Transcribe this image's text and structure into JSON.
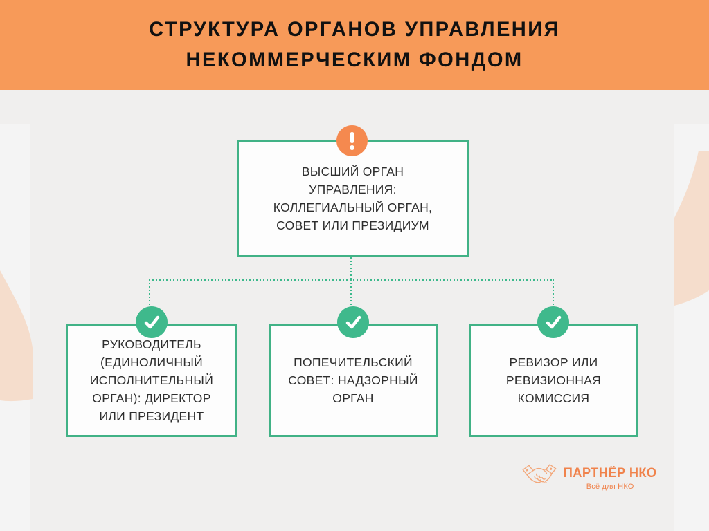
{
  "header": {
    "title_line1": "СТРУКТУРА ОРГАНОВ УПРАВЛЕНИЯ",
    "title_line2": "НЕКОММЕРЧЕСКИМ ФОНДОМ"
  },
  "diagram": {
    "root": {
      "icon": "exclamation-icon",
      "label": "ВЫСШИЙ ОРГАН УПРАВЛЕНИЯ: КОЛЛЕГИАЛЬНЫЙ ОРГАН, СОВЕТ ИЛИ ПРЕЗИДИУМ",
      "lines": [
        "ВЫСШИЙ ОРГАН",
        "УПРАВЛЕНИЯ:",
        "КОЛЛЕГИАЛЬНЫЙ ОРГАН,",
        "СОВЕТ ИЛИ ПРЕЗИДИУМ"
      ]
    },
    "children": [
      {
        "icon": "check-icon",
        "label": "РУКОВОДИТЕЛЬ (ЕДИНОЛИЧНЫЙ ИСПОЛНИТЕЛЬНЫЙ ОРГАН): ДИРЕКТОР ИЛИ ПРЕЗИДЕНТ",
        "lines": [
          "РУКОВОДИТЕЛЬ",
          "(ЕДИНОЛИЧНЫЙ",
          "ИСПОЛНИТЕЛЬНЫЙ",
          "ОРГАН): ДИРЕКТОР",
          "ИЛИ ПРЕЗИДЕНТ"
        ]
      },
      {
        "icon": "check-icon",
        "label": "ПОПЕЧИТЕЛЬСКИЙ СОВЕТ: НАДЗОРНЫЙ ОРГАН",
        "lines": [
          "ПОПЕЧИТЕЛЬСКИЙ",
          "СОВЕТ: НАДЗОРНЫЙ",
          "ОРГАН"
        ]
      },
      {
        "icon": "check-icon",
        "label": "РЕВИЗОР ИЛИ РЕВИЗИОННАЯ КОМИССИЯ",
        "lines": [
          "РЕВИЗОР ИЛИ",
          "РЕВИЗИОННАЯ",
          "КОМИССИЯ"
        ]
      }
    ]
  },
  "logo": {
    "icon": "handshake-icon",
    "name": "ПАРТНЁР НКО",
    "tagline": "Всё для НКО"
  },
  "colors": {
    "header_orange": "#F79A59",
    "badge_orange": "#F5894F",
    "node_border_green": "#41B286",
    "check_green": "#3FB98C",
    "connector_green": "#3CB98C",
    "background": "#F0EFEE",
    "side_panel": "#F4F4F4",
    "node_fill": "#FDFDFD",
    "peach_decoration": "#F5DDCC",
    "text_dark": "#2E2E2E",
    "title_black": "#111111",
    "logo_orange": "#F0834C"
  }
}
